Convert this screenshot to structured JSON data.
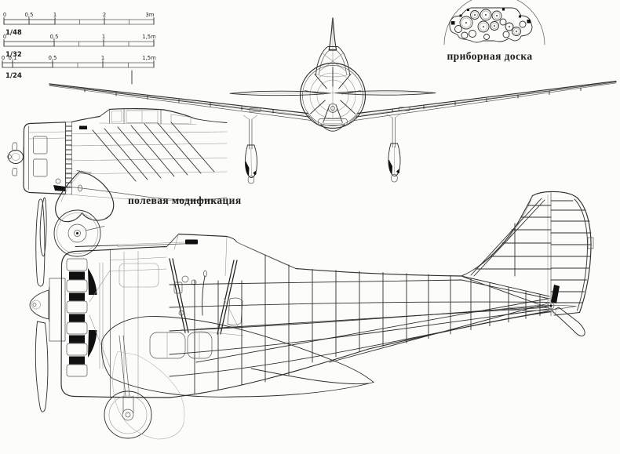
{
  "scale_rulers": [
    {
      "scale_label": "1/48",
      "tick_labels": [
        "0",
        "0,5",
        "1",
        "2",
        "3m"
      ]
    },
    {
      "scale_label": "1/32",
      "tick_labels": [
        "0",
        "0,5",
        "1",
        "1,5m"
      ]
    },
    {
      "scale_label": "1/24",
      "tick_labels": [
        "0",
        "0,1",
        "0,5",
        "1",
        "1,5m"
      ]
    }
  ],
  "annotations": {
    "instrument_panel_label": "приборная доска",
    "field_modification_label": "полевая модификация"
  },
  "colors": {
    "paper": "#fcfcfa",
    "ink": "#2e2e2e",
    "ink_light": "#8f8f8f",
    "ink_black": "#101010"
  }
}
